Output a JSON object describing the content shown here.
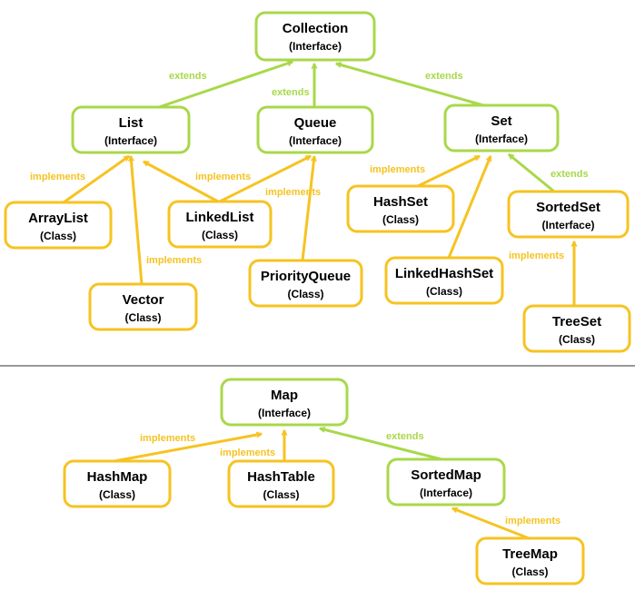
{
  "colors": {
    "interface": "#A8D84A",
    "class": "#F6C321",
    "extends": "#A8D84A",
    "implements": "#F6C321",
    "divider": "#333333"
  },
  "nodes": [
    {
      "id": "collection",
      "name": "Collection",
      "kind": "(Interface)",
      "style": "interface"
    },
    {
      "id": "list",
      "name": "List",
      "kind": "(Interface)",
      "style": "interface"
    },
    {
      "id": "queue",
      "name": "Queue",
      "kind": "(Interface)",
      "style": "interface"
    },
    {
      "id": "set",
      "name": "Set",
      "kind": "(Interface)",
      "style": "interface"
    },
    {
      "id": "arraylist",
      "name": "ArrayList",
      "kind": "(Class)",
      "style": "class"
    },
    {
      "id": "linkedlist",
      "name": "LinkedList",
      "kind": "(Class)",
      "style": "class"
    },
    {
      "id": "vector",
      "name": "Vector",
      "kind": "(Class)",
      "style": "class"
    },
    {
      "id": "priorityqueue",
      "name": "PriorityQueue",
      "kind": "(Class)",
      "style": "class"
    },
    {
      "id": "hashset",
      "name": "HashSet",
      "kind": "(Class)",
      "style": "class"
    },
    {
      "id": "linkedhashset",
      "name": "LinkedHashSet",
      "kind": "(Class)",
      "style": "class"
    },
    {
      "id": "sortedset",
      "name": "SortedSet",
      "kind": "(Interface)",
      "style": "class"
    },
    {
      "id": "treeset",
      "name": "TreeSet",
      "kind": "(Class)",
      "style": "class"
    },
    {
      "id": "map",
      "name": "Map",
      "kind": "(Interface)",
      "style": "interface"
    },
    {
      "id": "hashmap",
      "name": "HashMap",
      "kind": "(Class)",
      "style": "class"
    },
    {
      "id": "hashtable",
      "name": "HashTable",
      "kind": "(Class)",
      "style": "class"
    },
    {
      "id": "sortedmap",
      "name": "SortedMap",
      "kind": "(Interface)",
      "style": "interface"
    },
    {
      "id": "treemap",
      "name": "TreeMap",
      "kind": "(Class)",
      "style": "class"
    }
  ],
  "edges": [
    {
      "id": "list-collection",
      "from": "list",
      "to": "collection",
      "label": "extends",
      "type": "extends"
    },
    {
      "id": "queue-collection",
      "from": "queue",
      "to": "collection",
      "label": "extends",
      "type": "extends"
    },
    {
      "id": "set-collection",
      "from": "set",
      "to": "collection",
      "label": "extends",
      "type": "extends"
    },
    {
      "id": "arraylist-list",
      "from": "arraylist",
      "to": "list",
      "label": "implements",
      "type": "implements"
    },
    {
      "id": "vector-list",
      "from": "vector",
      "to": "list",
      "label": "implements",
      "type": "implements"
    },
    {
      "id": "linkedlist-list",
      "from": "linkedlist",
      "to": "list",
      "label": "implements",
      "type": "implements"
    },
    {
      "id": "linkedlist-queue",
      "from": "linkedlist",
      "to": "queue",
      "label": "",
      "type": "implements"
    },
    {
      "id": "priorityqueue-queue",
      "from": "priorityqueue",
      "to": "queue",
      "label": "implements",
      "type": "implements"
    },
    {
      "id": "hashset-set",
      "from": "hashset",
      "to": "set",
      "label": "implements",
      "type": "implements"
    },
    {
      "id": "linkedhashset-set",
      "from": "linkedhashset",
      "to": "set",
      "label": "",
      "type": "implements"
    },
    {
      "id": "sortedset-set",
      "from": "sortedset",
      "to": "set",
      "label": "extends",
      "type": "extends"
    },
    {
      "id": "treeset-sortedset",
      "from": "treeset",
      "to": "sortedset",
      "label": "implements",
      "type": "implements"
    },
    {
      "id": "hashmap-map",
      "from": "hashmap",
      "to": "map",
      "label": "implements",
      "type": "implements"
    },
    {
      "id": "hashtable-map",
      "from": "hashtable",
      "to": "map",
      "label": "implements",
      "type": "implements"
    },
    {
      "id": "sortedmap-map",
      "from": "sortedmap",
      "to": "map",
      "label": "extends",
      "type": "extends"
    },
    {
      "id": "treemap-sortedmap",
      "from": "treemap",
      "to": "sortedmap",
      "label": "implements",
      "type": "implements"
    }
  ]
}
